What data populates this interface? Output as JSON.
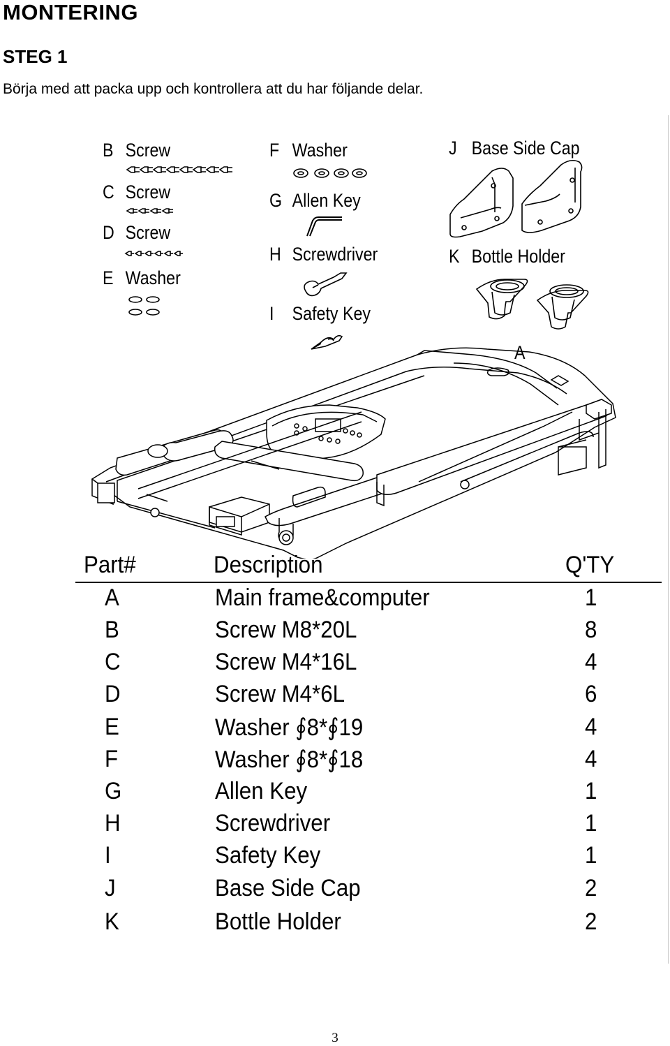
{
  "heading": "MONTERING",
  "step": "STEG 1",
  "intro": "Börja med att packa upp och kontrollera att du har följande delar.",
  "figure_labels": {
    "B": "Screw",
    "C": "Screw",
    "D": "Screw",
    "E": "Washer",
    "F": "Washer",
    "G": "Allen Key",
    "H": "Screwdriver",
    "I": "Safety Key",
    "J": "Base  Side  Cap",
    "K": "Bottle  Holder",
    "A": "A"
  },
  "table": {
    "headers": [
      "Part#",
      "Description",
      "Q'TY"
    ],
    "rows": [
      {
        "part": "A",
        "desc": "Main frame&computer",
        "qty": "1"
      },
      {
        "part": "B",
        "desc": "Screw  M8*20L",
        "qty": "8"
      },
      {
        "part": "C",
        "desc": "Screw  M4*16L",
        "qty": "4"
      },
      {
        "part": "D",
        "desc": "Screw  M4*6L",
        "qty": "6"
      },
      {
        "part": "E",
        "desc": "Washer  ∮8*∮19",
        "qty": "4"
      },
      {
        "part": "F",
        "desc": "Washer  ∮8*∮18",
        "qty": "4"
      },
      {
        "part": "G",
        "desc": "Allen Key",
        "qty": "1"
      },
      {
        "part": "H",
        "desc": "Screwdriver",
        "qty": "1"
      },
      {
        "part": "I",
        "desc": "Safety Key",
        "qty": "1"
      },
      {
        "part": "J",
        "desc": "Base  Side  Cap",
        "qty": "2"
      },
      {
        "part": "K",
        "desc": "Bottle  Holder",
        "qty": "2"
      }
    ]
  },
  "page_number": "3"
}
